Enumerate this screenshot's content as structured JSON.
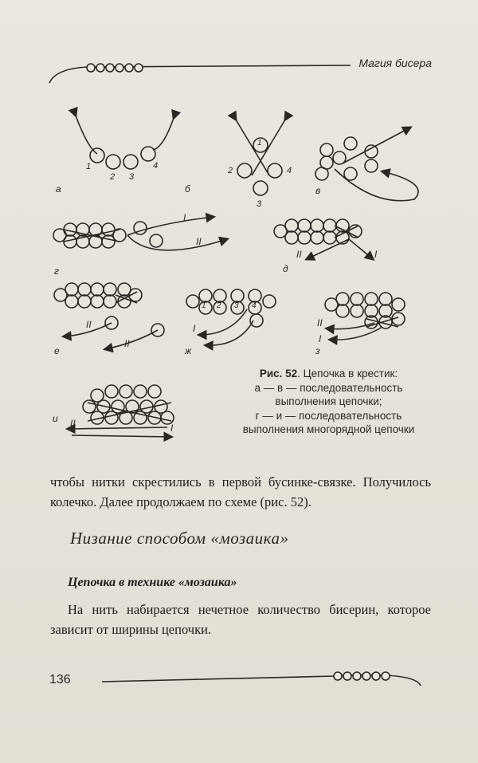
{
  "header": {
    "running_title": "Магия бисера"
  },
  "figure": {
    "panel_labels": [
      "а",
      "б",
      "в",
      "г",
      "д",
      "е",
      "ж",
      "з",
      "и"
    ],
    "bead_numbers_a": [
      "1",
      "2",
      "3",
      "4"
    ],
    "bead_numbers_b": [
      "1",
      "2",
      "3",
      "4"
    ],
    "thread_labels": {
      "roman_one": "I",
      "roman_two": "II"
    },
    "step_numbers": [
      "1",
      "2",
      "3",
      "4"
    ]
  },
  "caption": {
    "title": "Рис. 52",
    "text": ". Цепочка в крестик:",
    "line2": "а — в — последовательность",
    "line3": "выполнения цепочки;",
    "line4": "г — и — последовательность",
    "line5": "выполнения многорядной цепочки"
  },
  "body": {
    "paragraph1": "чтобы нитки скрестились в первой бусинке-связке. Получилось колечко. Далее продолжаем по схеме (рис. 52).",
    "section_title": "Низание способом «мозаика»",
    "subheading": "Цепочка в технике «мозаика»",
    "paragraph2": "На нить набирается нечетное количество бисерин, которое зависит от ширины цепочки."
  },
  "footer": {
    "page_number": "136"
  }
}
